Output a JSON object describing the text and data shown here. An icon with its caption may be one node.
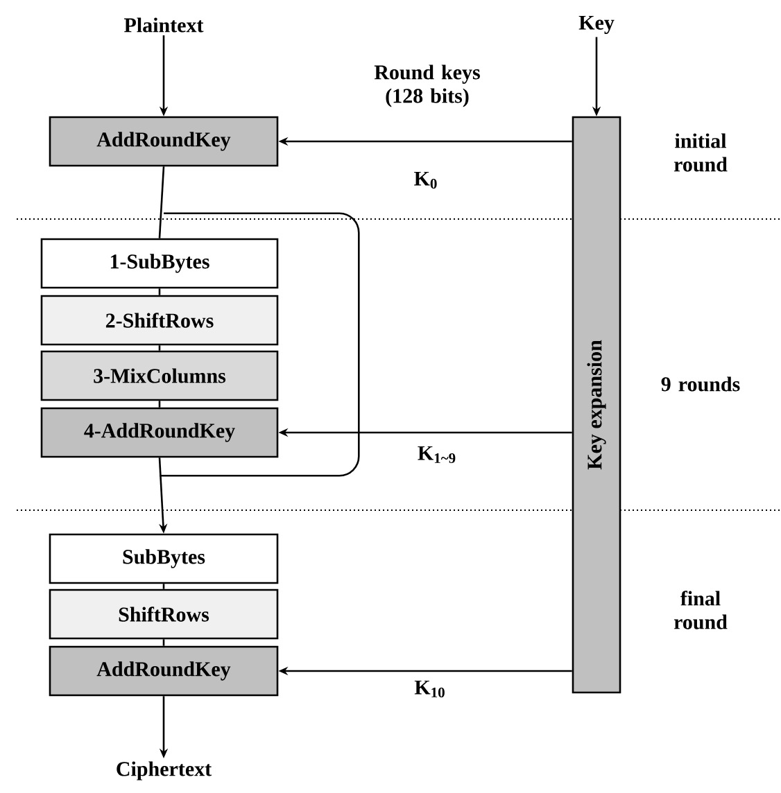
{
  "diagram": {
    "nodes": [
      {
        "text": [
          "Plaintext"
        ]
      },
      {
        "text": [
          "AddRoundKey"
        ]
      },
      {
        "text": [
          "1-SubBytes"
        ]
      },
      {
        "text": [
          "2-ShiftRows"
        ]
      },
      {
        "text": [
          "3-MixColumns"
        ]
      },
      {
        "text": [
          "4-AddRoundKey"
        ]
      },
      {
        "text": [
          "SubBytes"
        ]
      },
      {
        "text": [
          "ShiftRows"
        ]
      },
      {
        "text": [
          "AddRoundKey"
        ]
      },
      {
        "text": [
          "Ciphertext"
        ]
      },
      {
        "text": [
          "Key"
        ]
      },
      {
        "text": [
          "Key expansion"
        ]
      }
    ],
    "edges": [
      {
        "from": 0,
        "to": 1,
        "arrow": "to"
      },
      {
        "from": 11,
        "to": 1,
        "arrow": "to",
        "label": "K$_{0}$"
      },
      {
        "from": 1,
        "to": 2,
        "arrow": "none"
      },
      {
        "from": 2,
        "to": 3,
        "arrow": "none"
      },
      {
        "from": 3,
        "to": 4,
        "arrow": "none"
      },
      {
        "from": 4,
        "to": 5,
        "arrow": "none"
      },
      {
        "from": 5,
        "to": 2,
        "arrow": "none"
      },
      {
        "from": 11,
        "to": 5,
        "arrow": "to",
        "label": "K$_{1~9}$"
      },
      {
        "from": 5,
        "to": 6,
        "arrow": "to"
      },
      {
        "from": 6,
        "to": 7,
        "arrow": "none"
      },
      {
        "from": 7,
        "to": 8,
        "arrow": "none"
      },
      {
        "from": 11,
        "to": 8,
        "arrow": "to",
        "label": "K$_{10}$"
      },
      {
        "from": 8,
        "to": 9,
        "arrow": "to"
      },
      {
        "from": 10,
        "to": 11,
        "arrow": "to"
      }
    ],
    "labels": [
      "Round keys (128 bits)",
      "initial round",
      "9 rounds",
      "final round"
    ]
  }
}
